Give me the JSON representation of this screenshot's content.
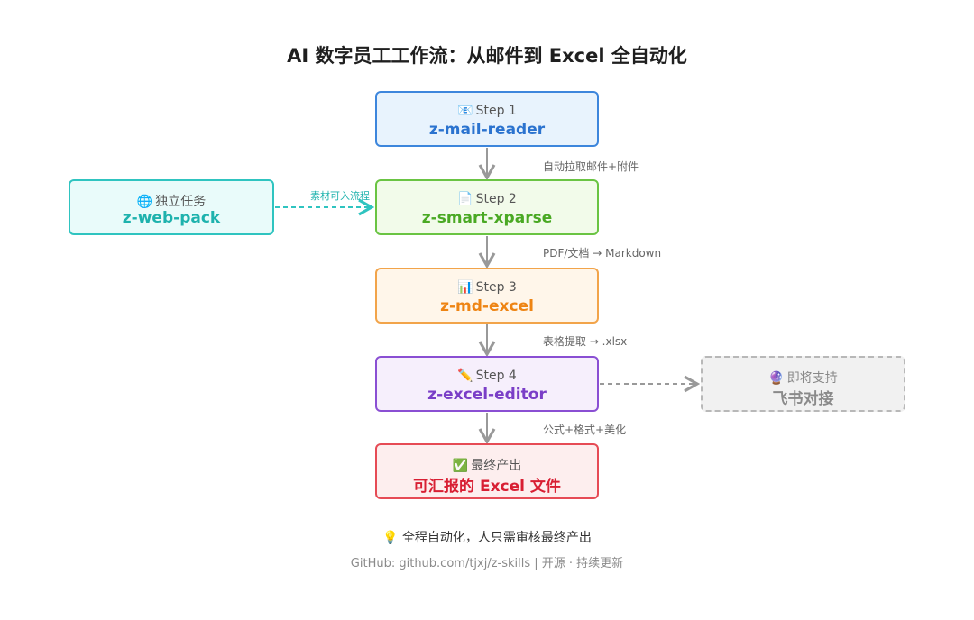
{
  "title": "AI 数字员工工作流：从邮件到 Excel 全自动化",
  "colors": {
    "step1": "#3d86dc",
    "step2": "#6ac443",
    "step3": "#f2a44a",
    "step4": "#8a4fd3",
    "final": "#e64b55",
    "web": "#2fc4c0",
    "feishu": "#b8b8b8"
  },
  "steps": [
    {
      "icon": "📧",
      "icon_name": "mail-icon",
      "sub": "Step 1",
      "name": "z-mail-reader"
    },
    {
      "icon": "📄",
      "icon_name": "document-icon",
      "sub": "Step 2",
      "name": "z-smart-xparse"
    },
    {
      "icon": "📊",
      "icon_name": "bar-chart-icon",
      "sub": "Step 3",
      "name": "z-md-excel"
    },
    {
      "icon": "✏️",
      "icon_name": "pencil-icon",
      "sub": "Step 4",
      "name": "z-excel-editor"
    }
  ],
  "final": {
    "icon": "✅",
    "icon_name": "check-icon",
    "sub": "最终产出",
    "name": "可汇报的 Excel 文件"
  },
  "web": {
    "icon": "🌐",
    "icon_name": "globe-icon",
    "sub": "独立任务",
    "name": "z-web-pack",
    "edge_label": "素材可入流程"
  },
  "feishu": {
    "icon": "🔮",
    "icon_name": "crystal-ball-icon",
    "sub": "即将支持",
    "name": "飞书对接"
  },
  "edges": [
    "自动拉取邮件+附件",
    "PDF/文档 → Markdown",
    "表格提取 → .xlsx",
    "公式+格式+美化"
  ],
  "footer": {
    "icon": "💡",
    "icon_name": "lightbulb-icon",
    "note": "全程自动化，人只需审核最终产出",
    "github": "GitHub: github.com/tjxj/z-skills | 开源 · 持续更新"
  }
}
